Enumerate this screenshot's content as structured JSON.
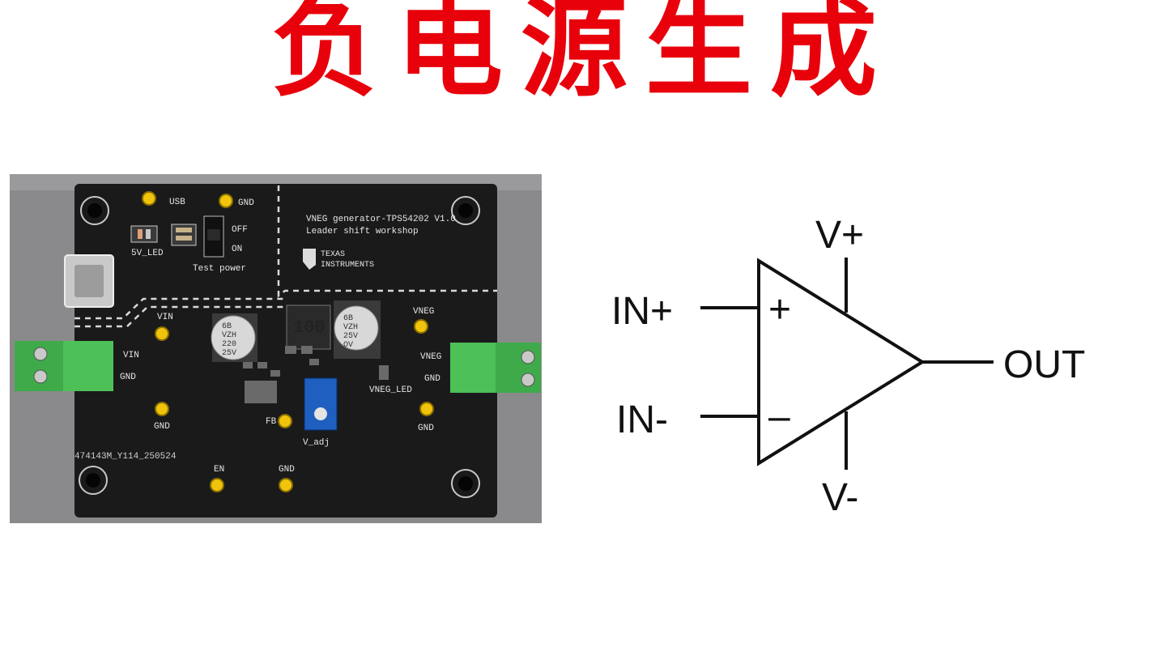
{
  "title": "负电源生成",
  "pcb": {
    "board_line1": "VNEG generator-TPS54202 V1.0",
    "board_line2": "Leader shift workshop",
    "brand_top": "TEXAS",
    "brand_bottom": "INSTRUMENTS",
    "usb": "USB",
    "gnd": "GND",
    "led_5v": "5V_LED",
    "off": "OFF",
    "on": "ON",
    "test_power": "Test power",
    "vin": "VIN",
    "vneg": "VNEG",
    "vneg_led": "VNEG_LED",
    "fb": "FB",
    "v_adj": "V_adj",
    "en": "EN",
    "inductor": "100",
    "cap_left": [
      "6B",
      "VZH",
      "220",
      "25V"
    ],
    "cap_right": [
      "6B",
      "VZH",
      "25V",
      "OV"
    ],
    "serial": "474143M_Y114_250524"
  },
  "opamp": {
    "v_plus": "V+",
    "v_minus": "V-",
    "in_plus": "IN+",
    "in_minus": "IN-",
    "out": "OUT",
    "plus_sign": "+",
    "minus_sign": "–"
  }
}
